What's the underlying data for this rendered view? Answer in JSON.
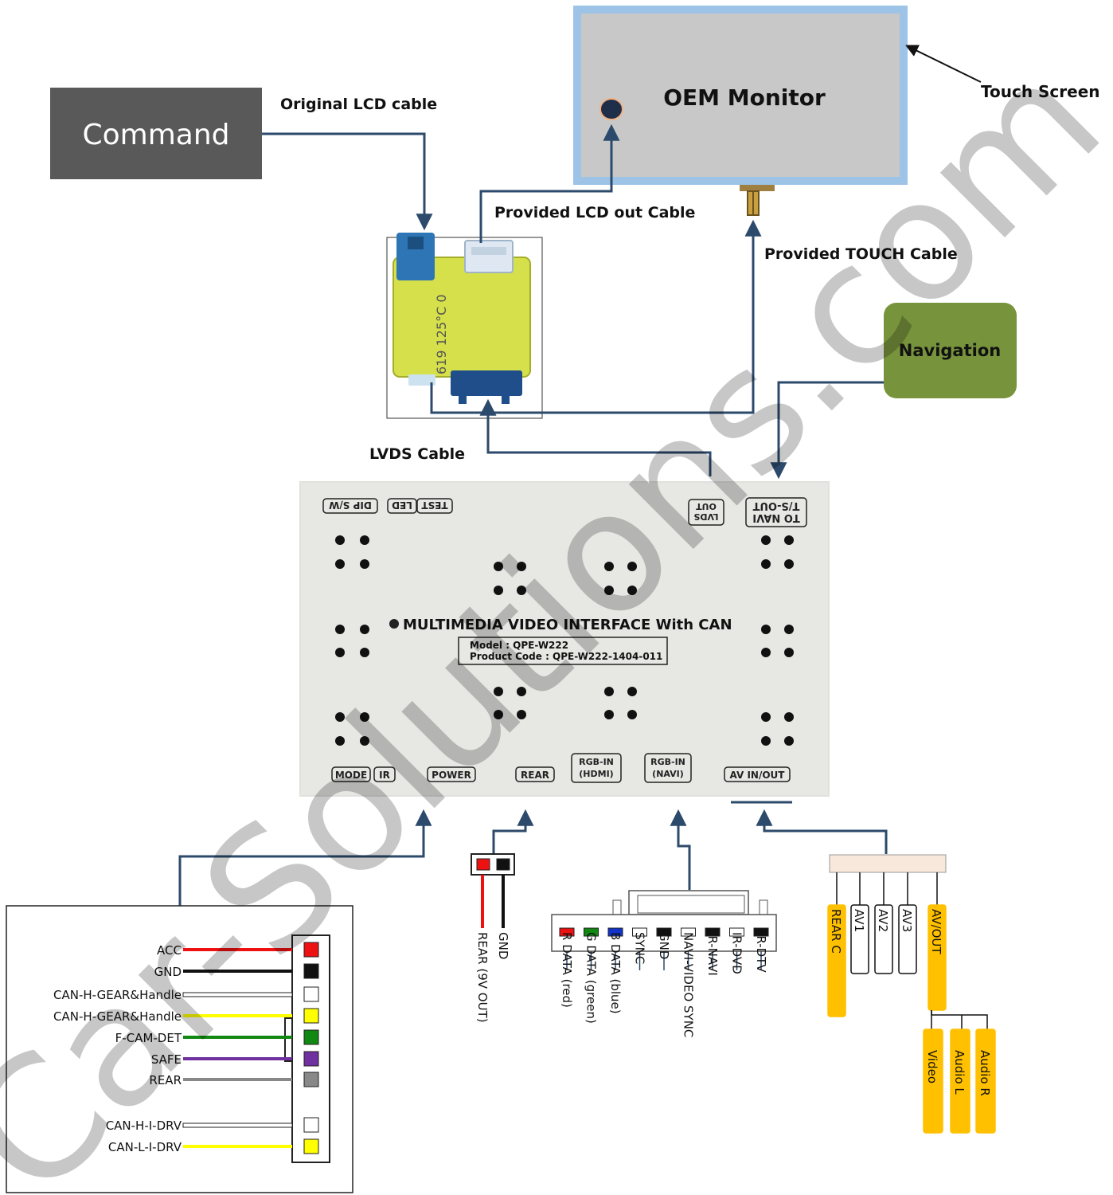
{
  "title_labels": {
    "command": "Command",
    "original_lcd_cable": "Original LCD cable",
    "oem_monitor": "OEM Monitor",
    "touch_screen": "Touch Screen",
    "provided_lcd_out_cable": "Provided LCD out Cable",
    "provided_touch_cable": "Provided TOUCH Cable",
    "navigation": "Navigation",
    "lvds_cable": "LVDS Cable"
  },
  "interface_box": {
    "top_labels": [
      "DIP S/W",
      "TEST",
      "LED",
      "LVDS OUT",
      "TO NAVI T/S-OUT"
    ],
    "title": "MULTIMEDIA VIDEO INTERFACE With CAN",
    "model": "Model : QPE-W222",
    "product_code": "Product Code : QPE-W222-1404-011",
    "bottom_labels": [
      "MODE",
      "IR",
      "POWER",
      "REAR",
      "RGB-IN (HDMI)",
      "RGB-IN (NAVI)",
      "AV IN/OUT"
    ]
  },
  "power_harness": [
    {
      "label": "ACC",
      "color": "#ee1111"
    },
    {
      "label": "GND",
      "color": "#111111"
    },
    {
      "label": "CAN-H-GEAR&Handle",
      "color": "#ffffff"
    },
    {
      "label": "CAN-H-GEAR&Handle",
      "color": "#ffff00"
    },
    {
      "label": "F-CAM-DET",
      "color": "#118811"
    },
    {
      "label": "SAFE",
      "color": "#7030a0"
    },
    {
      "label": "REAR",
      "color": "#888888"
    },
    {
      "label": "CAN-H-I-DRV",
      "color": "#ffffff"
    },
    {
      "label": "CAN-L-I-DRV",
      "color": "#ffff00"
    }
  ],
  "rear_connector": [
    {
      "label": "REAR (9V OUT)",
      "color": "#ee1111"
    },
    {
      "label": "GND",
      "color": "#111111"
    }
  ],
  "rgb_connector": [
    {
      "label": "R DATA (red)",
      "color": "#ee1111"
    },
    {
      "label": "G DATA (green)",
      "color": "#118811"
    },
    {
      "label": "B DATA (blue)",
      "color": "#1133cc"
    },
    {
      "label": "SYNC",
      "color": "#ffffff"
    },
    {
      "label": "GND",
      "color": "#111111"
    },
    {
      "label": "NAVI-VIDEO SYNC",
      "color": "#ffffff"
    },
    {
      "label": "IR-NAVI",
      "color": "#111111"
    },
    {
      "label": "IR-DVD",
      "color": "#ffffff"
    },
    {
      "label": "IR-DTV",
      "color": "#111111"
    }
  ],
  "av_harness": {
    "top": [
      {
        "label": "REAR C",
        "style": "yellow"
      },
      {
        "label": "AV1",
        "style": "white"
      },
      {
        "label": "AV2",
        "style": "white"
      },
      {
        "label": "AV3",
        "style": "white"
      },
      {
        "label": "AV/OUT",
        "style": "yellow"
      }
    ],
    "bottom": [
      {
        "label": "Video",
        "style": "yellow"
      },
      {
        "label": "Audio L",
        "style": "yellow"
      },
      {
        "label": "Audio R",
        "style": "yellow"
      }
    ]
  },
  "watermark": "Car-Solutions.com",
  "colors": {
    "line": "#2c4a6b",
    "command_box": "#595959",
    "navigation_box": "#77933c",
    "monitor_border": "#9dc3e6",
    "monitor_fill": "#c8c8c8",
    "yellow_tag": "#ffc000",
    "adapter_green": "#d6e04a",
    "adapter_blue": "#2e75b6"
  }
}
